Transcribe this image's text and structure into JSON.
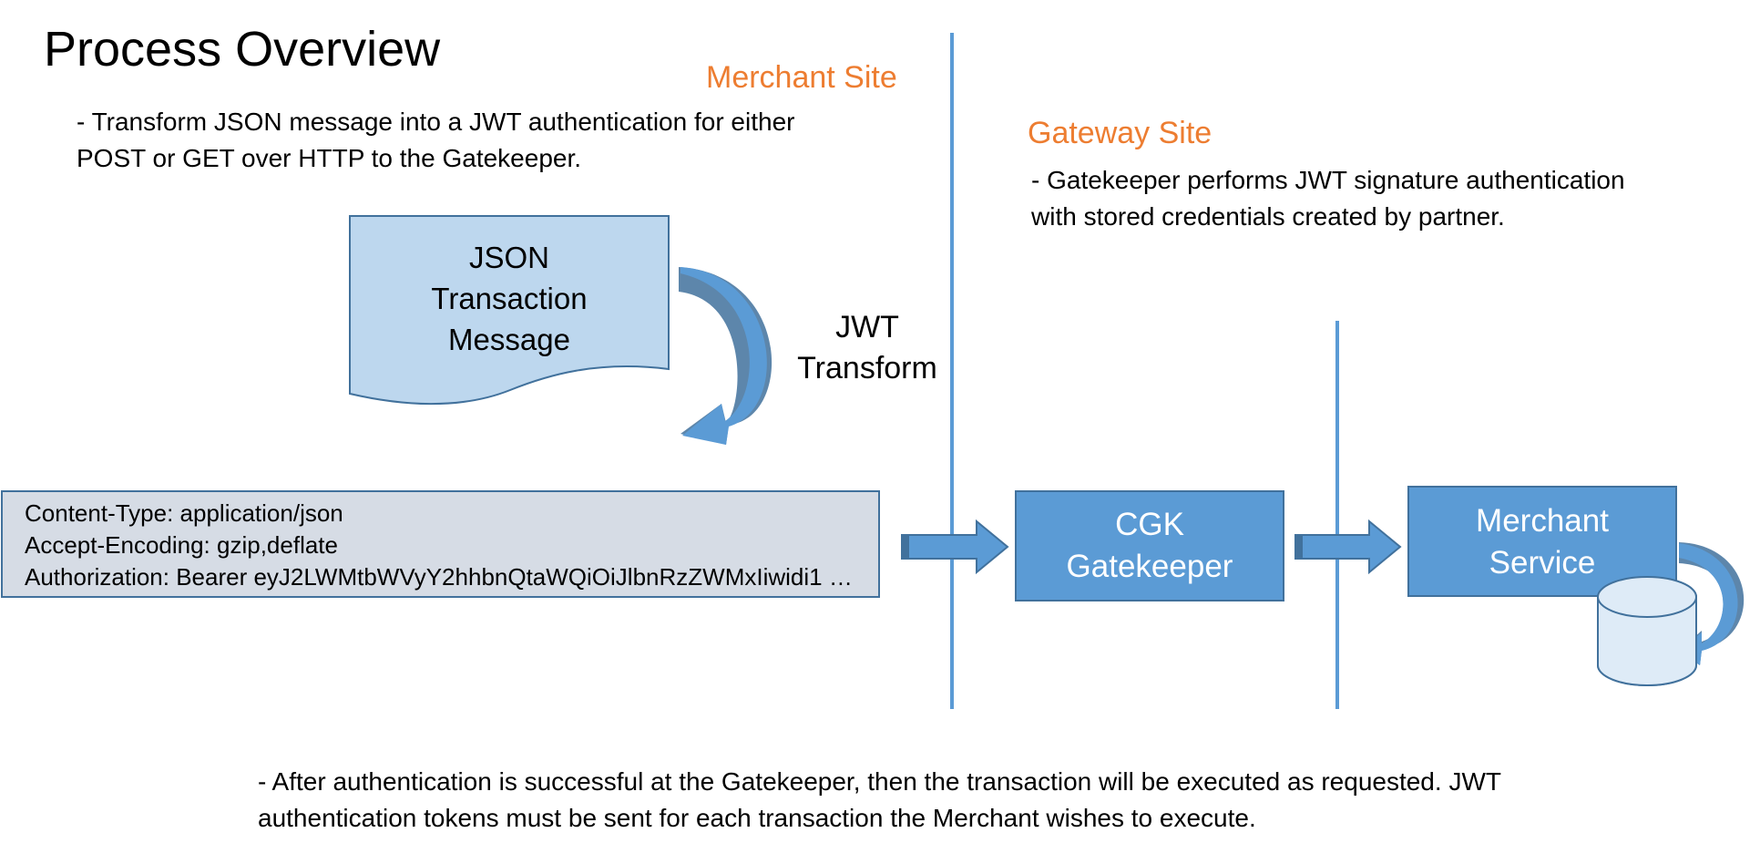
{
  "title": "Process Overview",
  "merchant_site": {
    "label": "Merchant Site",
    "description_lines": [
      "- Transform JSON message into a JWT authentication for either",
      "POST or GET over HTTP to the Gatekeeper."
    ]
  },
  "gateway_site": {
    "label": "Gateway Site",
    "description_lines": [
      "- Gatekeeper performs JWT signature authentication",
      "with stored credentials created by partner."
    ]
  },
  "json_document": {
    "lines": [
      "JSON",
      "Transaction",
      "Message"
    ]
  },
  "jwt_transform": {
    "lines": [
      "JWT",
      "Transform"
    ]
  },
  "http_request": {
    "lines": [
      "Content-Type: application/json",
      "Accept-Encoding: gzip,deflate",
      "Authorization: Bearer eyJ2LWMtbWVyY2hhbnQtaWQiOiJlbnRzZWMxIiwidi1 …"
    ]
  },
  "gatekeeper": {
    "lines": [
      "CGK",
      "Gatekeeper"
    ]
  },
  "merchant_service": {
    "lines": [
      "Merchant",
      "Service"
    ]
  },
  "footer_note": {
    "lines": [
      "- After authentication is successful at the Gatekeeper, then the transaction will be executed as requested. JWT",
      "authentication tokens must be sent for each transaction the Merchant wishes to execute."
    ]
  },
  "colors": {
    "site_label": "#ED7D31",
    "block_fill": "#5B9BD5",
    "block_border": "#41719C",
    "document_fill": "#BDD7EE",
    "request_fill": "#D6DCE5",
    "divider": "#5B9BD5"
  }
}
